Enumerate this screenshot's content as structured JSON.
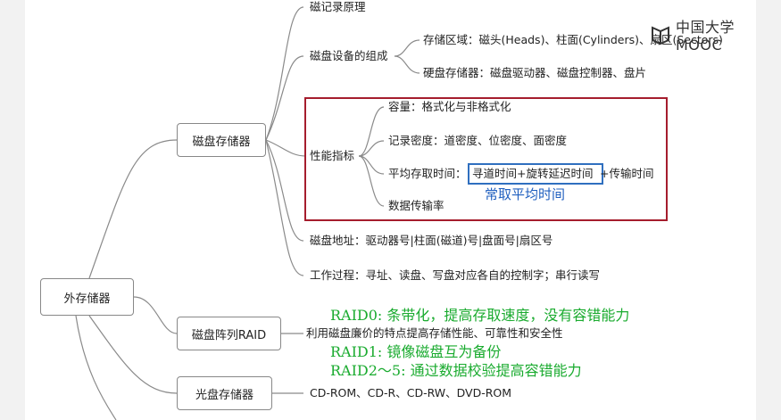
{
  "root": {
    "label": "外存储器"
  },
  "branches": {
    "disk": {
      "label": "磁盘存储器",
      "recording": "磁记录原理",
      "composition": {
        "label": "磁盘设备的组成",
        "storage_area": "存储区域：磁头(Heads)、柱面(Cylinders)、扇区(Sectors)",
        "hardware": "硬盘存储器：磁盘驱动器、磁盘控制器、盘片"
      },
      "performance": {
        "label": "性能指标",
        "capacity": "容量：格式化与非格式化",
        "density": "记录密度：道密度、位密度、面密度",
        "access_time_prefix": "平均存取时间：",
        "access_time_highlight": "寻道时间+旋转延迟时间",
        "access_time_suffix": "+传输时间",
        "access_time_note": "常取平均时间",
        "transfer_rate": "数据传输率"
      },
      "address": "磁盘地址：驱动器号|柱面(磁道)号|盘面号|扇区号",
      "workflow": "工作过程：寻址、读盘、写盘对应各自的控制字；串行读写"
    },
    "raid": {
      "label": "磁盘阵列RAID",
      "description": "利用磁盘廉价的特点提高存储性能、可靠性和安全性",
      "notes": [
        "RAID0: 条带化，提高存取速度，没有容错能力",
        "RAID1: 镜像磁盘互为备份",
        "RAID2～5: 通过数据校验提高容错能力"
      ]
    },
    "optical": {
      "label": "光盘存储器",
      "types": "CD-ROM、CD-R、CD-RW、DVD-ROM"
    }
  },
  "watermark": {
    "text": "中国大学MOOC"
  },
  "colors": {
    "highlight_frame": "#a51d2d",
    "blue_frame": "#2f6fbf",
    "handwriting": "#1aab2f",
    "lines": "#8a8a8a"
  }
}
